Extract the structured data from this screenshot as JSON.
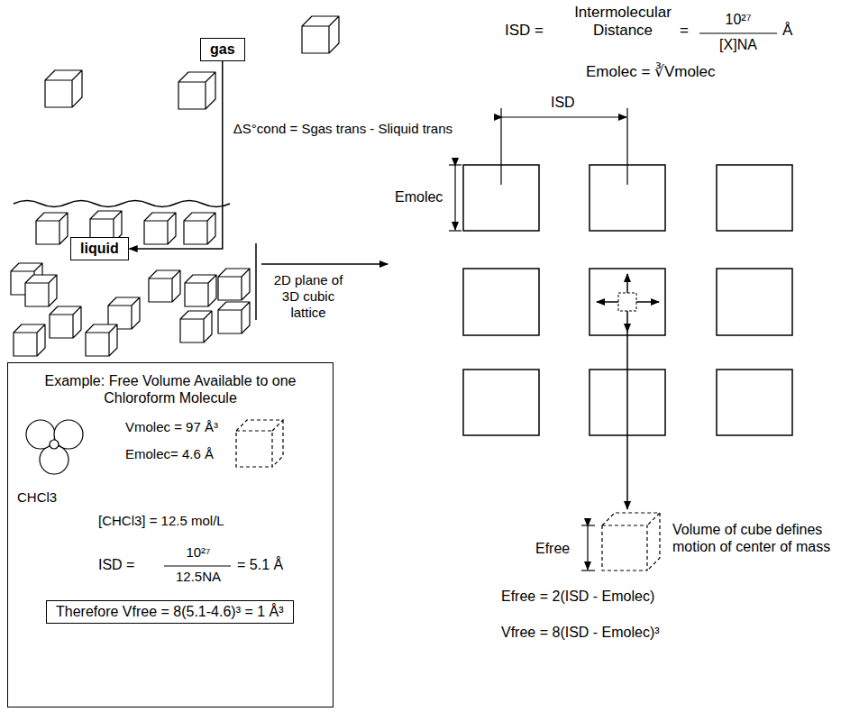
{
  "diagram": {
    "nodes": [
      {
        "text": [
          "gas"
        ]
      },
      {
        "text": [
          "liquid"
        ]
      },
      {
        "text": [
          "Example: Free Volume Available to one Chloroform Molecule",
          "CHCl3",
          "Vmolec = 97 Å³",
          "Emolec= 4.6 Å",
          "[CHCl3] = 12.5 mol/L",
          "ISD =",
          "10²⁷",
          "12.5NA",
          "= 5.1 Å"
        ]
      },
      {
        "text": [
          "Therefore Vfree = 8(5.1-4.6)³ = 1 Å³"
        ],
        "in": 2
      }
    ],
    "edges": [
      {
        "from": 0,
        "to": 1,
        "arrow": "to",
        "label": "ΔS°cond = Sgas trans - Sliquid trans"
      }
    ],
    "labels": [
      "ISD =",
      "Intermolecular Distance",
      "=",
      "10²⁷",
      "[X]NA",
      "Å",
      "Emolec = ∛Vmolec",
      "2D plane of 3D cubic lattice",
      "ISD",
      "Emolec",
      "Efree",
      "Volume of cube defines motion of center of mass",
      "Efree = 2(ISD - Emolec)",
      "Vfree = 8(ISD - Emolec)³"
    ]
  }
}
